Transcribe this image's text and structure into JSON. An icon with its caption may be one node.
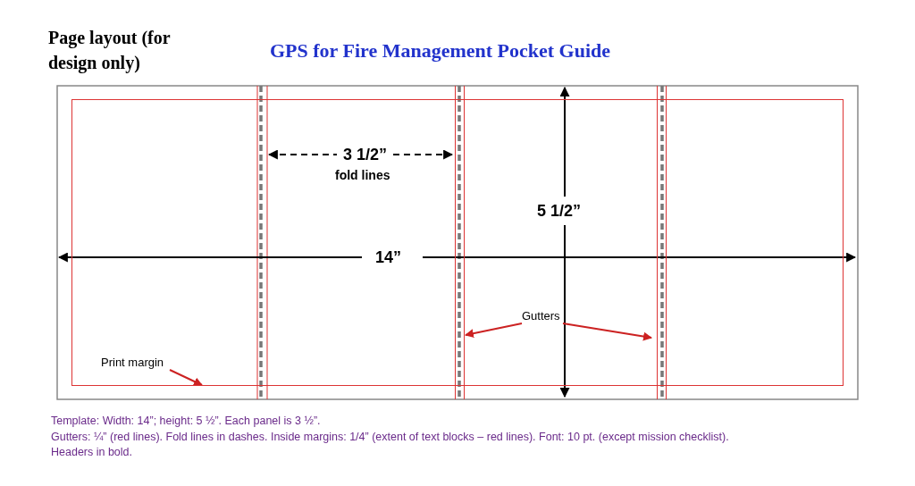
{
  "diagram": {
    "title": "GPS for Fire Management Pocket Guide",
    "nodes": [
      {
        "text": [],
        "shape": "box"
      },
      {
        "text": [
          "Print margin"
        ],
        "in": 0
      },
      {
        "text": [
          "Gutters"
        ],
        "in": 0
      },
      {
        "text": [],
        "shape": "bar"
      },
      {
        "text": [],
        "shape": "bar"
      }
    ],
    "edges": [
      {
        "from": 1,
        "to": 0,
        "arrow": "to"
      },
      {
        "from": 2,
        "to": 3,
        "arrow": "to"
      },
      {
        "from": 2,
        "to": 4,
        "arrow": "to"
      }
    ],
    "labels": [
      "Page layout (for design only)",
      "3 1/2”",
      "fold lines",
      "5 1/2”",
      "14”",
      "Template:  Width: 14”; height: 5 ½”. Each panel is 3 ½”.",
      "Gutters: ¼” (red lines). Fold lines in dashes. Inside margins: 1/4” (extent of text blocks – red lines). Font: 10 pt. (except mission checklist).",
      "Headers in bold."
    ]
  }
}
